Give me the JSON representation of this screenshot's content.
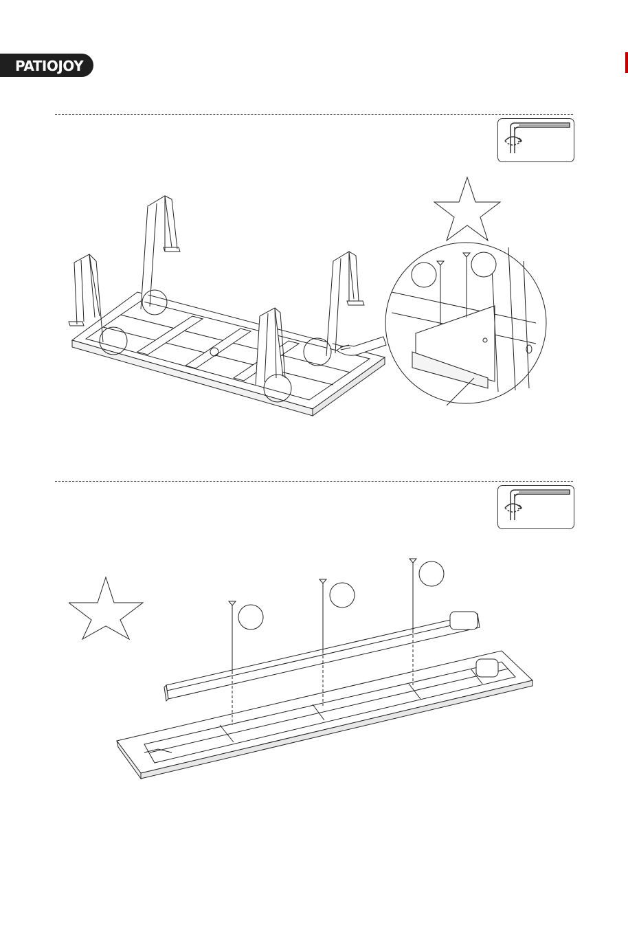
{
  "header": {
    "brand": "PATIOJOY",
    "brand_color": "#1f1f1f",
    "accent_color": "#c00000"
  },
  "steps": [
    {
      "tool_icon": "allen-key-icon",
      "illustration": "table-frame-legs-bracket-detail",
      "star_icon": "star-outline-icon",
      "pointer_icon": "pointing-hand-icon"
    },
    {
      "tool_icon": "allen-key-icon",
      "illustration": "bench-rail-screws-assembly",
      "star_icon": "star-outline-icon"
    }
  ]
}
